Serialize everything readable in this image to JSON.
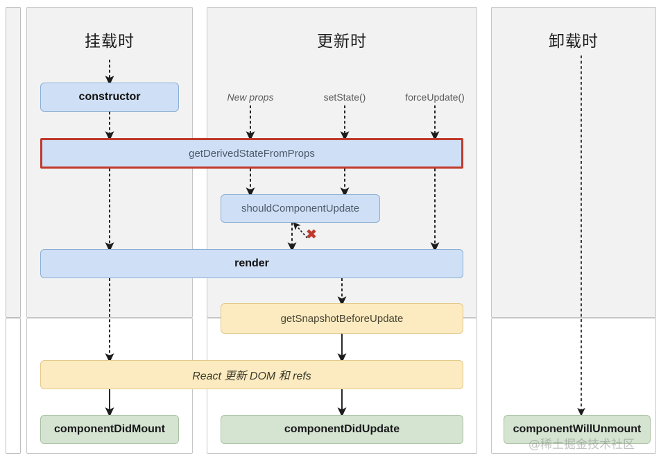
{
  "diagram": {
    "title": "React Component Lifecycle",
    "watermark": "@稀土掘金技术社区",
    "columns": [
      {
        "key": "mount",
        "title": "挂载时"
      },
      {
        "key": "update",
        "title": "更新时"
      },
      {
        "key": "unmount",
        "title": "卸载时"
      }
    ],
    "phases": [
      {
        "key": "render",
        "background": "#f2f2f2"
      },
      {
        "key": "commit",
        "background": "#ffffff"
      }
    ],
    "triggers": [
      {
        "key": "new-props",
        "label": "New props",
        "style": "italic"
      },
      {
        "key": "set-state",
        "label": "setState()",
        "style": "normal"
      },
      {
        "key": "force-update",
        "label": "forceUpdate()",
        "style": "normal"
      }
    ],
    "boxes": [
      {
        "key": "constructor",
        "label": "constructor",
        "color": "blue",
        "emphasis": "bold"
      },
      {
        "key": "get-derived-state",
        "label": "getDerivedStateFromProps",
        "color": "blue",
        "emphasis": "flagged"
      },
      {
        "key": "should-component-update",
        "label": "shouldComponentUpdate",
        "color": "blue",
        "emphasis": "normal"
      },
      {
        "key": "render",
        "label": "render",
        "color": "blue",
        "emphasis": "bold"
      },
      {
        "key": "get-snapshot",
        "label": "getSnapshotBeforeUpdate",
        "color": "yellow",
        "emphasis": "normal"
      },
      {
        "key": "react-updates-dom",
        "label": "React 更新 DOM 和 refs",
        "color": "yellow",
        "emphasis": "italic"
      },
      {
        "key": "component-did-mount",
        "label": "componentDidMount",
        "color": "green",
        "emphasis": "bold"
      },
      {
        "key": "component-did-update",
        "label": "componentDidUpdate",
        "color": "green",
        "emphasis": "bold"
      },
      {
        "key": "component-will-unmount",
        "label": "componentWillUnmount",
        "color": "green",
        "emphasis": "bold"
      }
    ],
    "markers": [
      {
        "key": "skip-render-x",
        "symbol": "✖",
        "color": "#c0392b",
        "meaning": "render skipped when shouldComponentUpdate returns false"
      }
    ],
    "colors": {
      "blue_fill": "#cfdff5",
      "blue_border": "#8aaed6",
      "yellow_fill": "#fcebc0",
      "yellow_border": "#e3c989",
      "green_fill": "#d5e3d1",
      "green_border": "#a9c0a2",
      "flag_border": "#c0392b",
      "render_phase_bg": "#f2f2f2",
      "commit_phase_bg": "#ffffff",
      "panel_border": "#bdbdbd",
      "arrow": "#1c1c1c"
    }
  }
}
